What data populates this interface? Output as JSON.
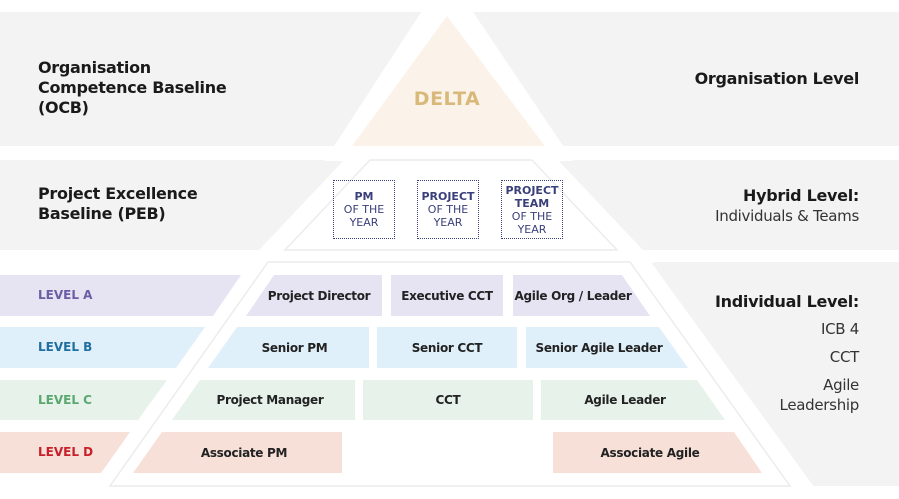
{
  "left_headings": {
    "ocb": "Organisation Competence Baseline (OCB)",
    "peb": "Project Excellence Baseline (PEB)"
  },
  "right_headings": {
    "org": "Organisation Level",
    "hybrid_title": "Hybrid Level:",
    "hybrid_sub": "Individuals & Teams",
    "individual_title": "Individual Level:",
    "individual_items": [
      "ICB 4",
      "CCT",
      "Agile Leadership"
    ]
  },
  "apex": {
    "label": "DELTA"
  },
  "awards": [
    {
      "bold": "PM",
      "rest": "OF THE YEAR"
    },
    {
      "bold": "PROJECT",
      "rest": "OF THE YEAR"
    },
    {
      "bold": "PROJECT TEAM",
      "rest": "OF THE YEAR"
    }
  ],
  "levels": [
    {
      "label": "LEVEL A",
      "color": "#6b5ca5",
      "fill": "#e6e4f3",
      "roles": [
        "Project Director",
        "Executive CCT",
        "Agile Org / Leader"
      ]
    },
    {
      "label": "LEVEL B",
      "color": "#1f6fa0",
      "fill": "#e0f0fa",
      "roles": [
        "Senior PM",
        "Senior CCT",
        "Senior Agile Leader"
      ]
    },
    {
      "label": "LEVEL C",
      "color": "#5aa870",
      "fill": "#e6f2ea",
      "roles": [
        "Project Manager",
        "CCT",
        "Agile Leader"
      ]
    },
    {
      "label": "LEVEL D",
      "color": "#c8202a",
      "fill": "#f7e0d8",
      "roles": [
        "Associate PM",
        "Associate Agile"
      ]
    }
  ],
  "colors": {
    "band": "#f3f3f3",
    "delta_fill": "#fbf3ea",
    "delta_text": "#d9b97a",
    "award": "#3a3f7a"
  }
}
